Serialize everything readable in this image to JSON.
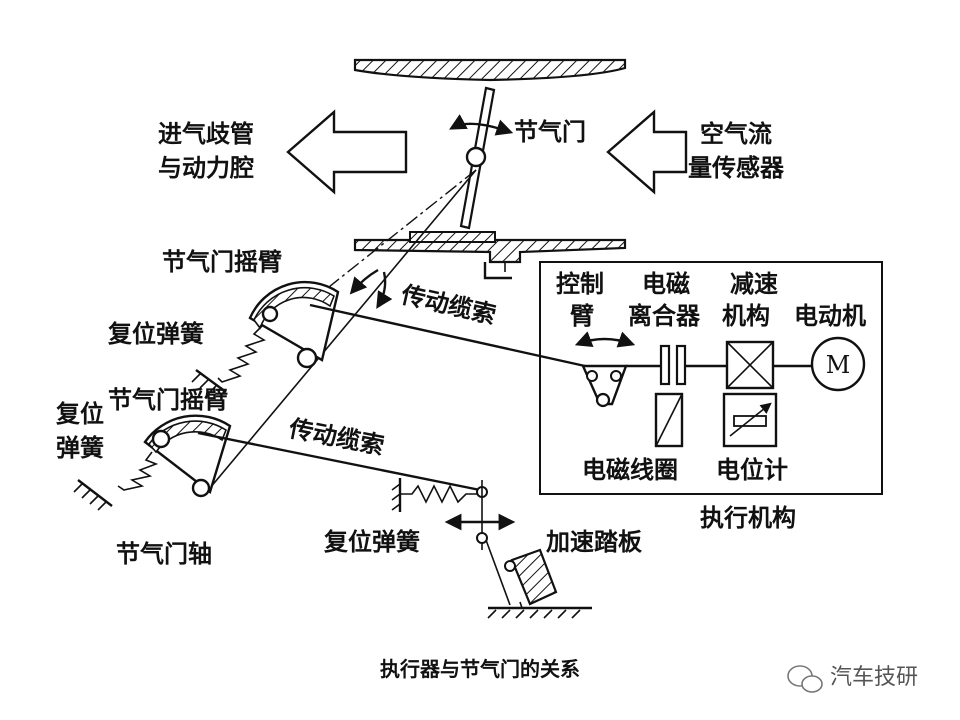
{
  "labels": {
    "intake_manifold": [
      "进气歧管",
      "与动力腔"
    ],
    "throttle": "节气门",
    "air_flow_sensor": [
      "空气流",
      "量传感器"
    ],
    "throttle_rocker_top": "节气门摇臂",
    "cable_top": "传动缆索",
    "control_arm": [
      "控制",
      "臂"
    ],
    "em_clutch": [
      "电磁",
      "离合器"
    ],
    "reducer": [
      "减速",
      "机构"
    ],
    "motor": "电动机",
    "motor_symbol": "M",
    "return_spring_top": "复位弹簧",
    "throttle_rocker_bottom": "节气门摇臂",
    "return_spring_left": [
      "复位",
      "弹簧"
    ],
    "cable_bottom": "传动缆索",
    "em_coil": "电磁线圈",
    "potentiometer": "电位计",
    "actuator": "执行机构",
    "return_spring_pedal": "复位弹簧",
    "accel_pedal": "加速踏板",
    "throttle_shaft": "节气门轴"
  },
  "caption": "执行器与节气门的关系",
  "watermark": "汽车技研"
}
